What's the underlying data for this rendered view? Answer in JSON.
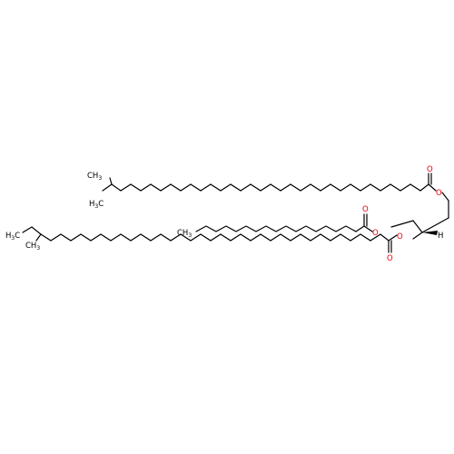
{
  "molecule": {
    "colors": {
      "carbon": "#000000",
      "oxygen": "#e8000b",
      "background": "#ffffff"
    },
    "labels": {
      "chain_top_terminal": {
        "main": "H",
        "sub": "3",
        "tail": "C"
      },
      "chain_top_branch": {
        "main": "CH",
        "sub": "3"
      },
      "chain_mid_terminal": {
        "main": "CH",
        "sub": "3"
      },
      "chain_bottom_terminal": {
        "main": "H",
        "sub": "3",
        "tail": "C"
      },
      "chain_bottom_branch": {
        "main": "CH",
        "sub": "3"
      },
      "oxygen": "O",
      "hydrogen": "H"
    }
  }
}
